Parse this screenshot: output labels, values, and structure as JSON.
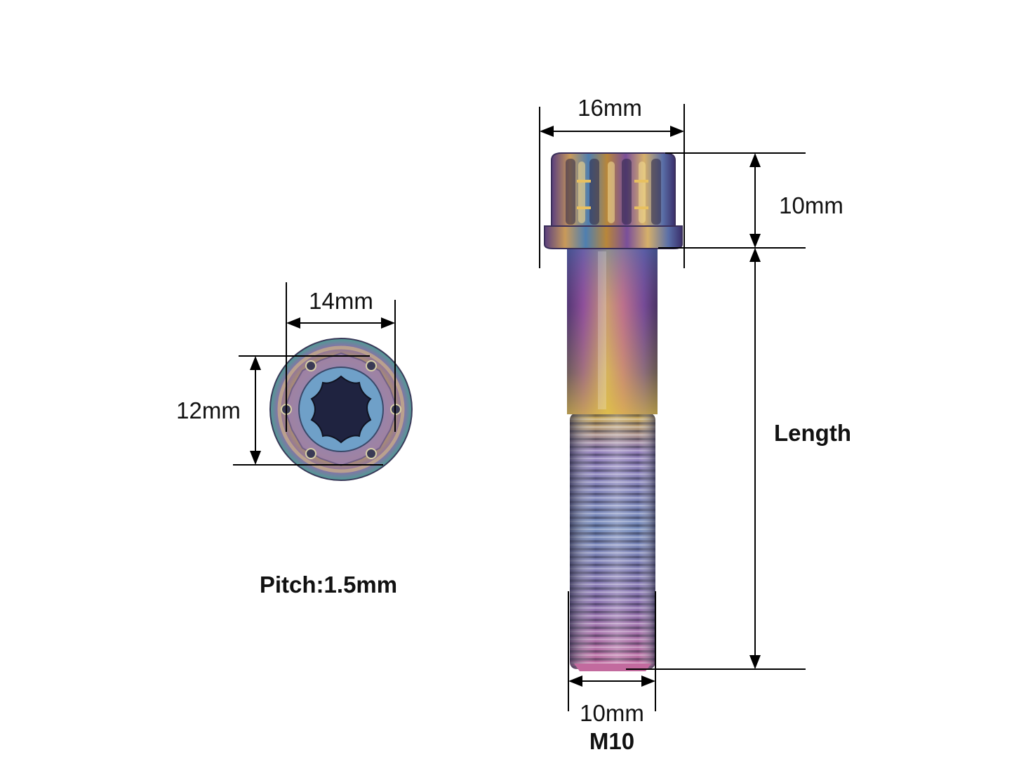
{
  "labels": {
    "head_width": "16mm",
    "head_height": "10mm",
    "length": "Length",
    "thread_diameter": "10mm",
    "thread_size": "M10",
    "flange_diameter": "14mm",
    "drive_size": "12mm",
    "pitch": "Pitch:1.5mm"
  },
  "colors": {
    "background": "#ffffff",
    "dimension_line": "#000000",
    "metal_blue": "#4a5ea8",
    "metal_purple": "#8a4f9e",
    "metal_gold": "#c9a645",
    "metal_teal": "#4f9c94"
  }
}
